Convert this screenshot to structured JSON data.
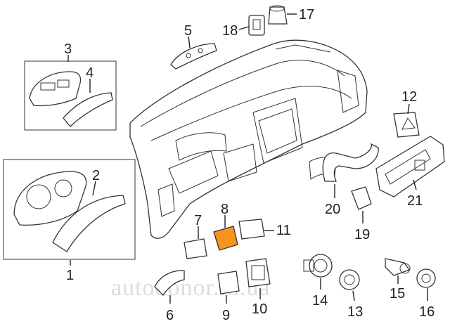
{
  "watermark": "autodonor.in.ua",
  "colors": {
    "highlight_fill": "#f7941d",
    "line": "#333333",
    "watermark": "#d8dde3"
  },
  "callouts": [
    {
      "id": "1",
      "label": "1"
    },
    {
      "id": "2",
      "label": "2"
    },
    {
      "id": "3",
      "label": "3"
    },
    {
      "id": "4",
      "label": "4"
    },
    {
      "id": "5",
      "label": "5"
    },
    {
      "id": "6",
      "label": "6"
    },
    {
      "id": "7",
      "label": "7"
    },
    {
      "id": "8",
      "label": "8",
      "highlighted": true
    },
    {
      "id": "9",
      "label": "9"
    },
    {
      "id": "10",
      "label": "10"
    },
    {
      "id": "11",
      "label": "11"
    },
    {
      "id": "12",
      "label": "12"
    },
    {
      "id": "13",
      "label": "13"
    },
    {
      "id": "14",
      "label": "14"
    },
    {
      "id": "15",
      "label": "15"
    },
    {
      "id": "16",
      "label": "16"
    },
    {
      "id": "17",
      "label": "17"
    },
    {
      "id": "18",
      "label": "18"
    },
    {
      "id": "19",
      "label": "19"
    },
    {
      "id": "20",
      "label": "20"
    },
    {
      "id": "21",
      "label": "21"
    }
  ]
}
